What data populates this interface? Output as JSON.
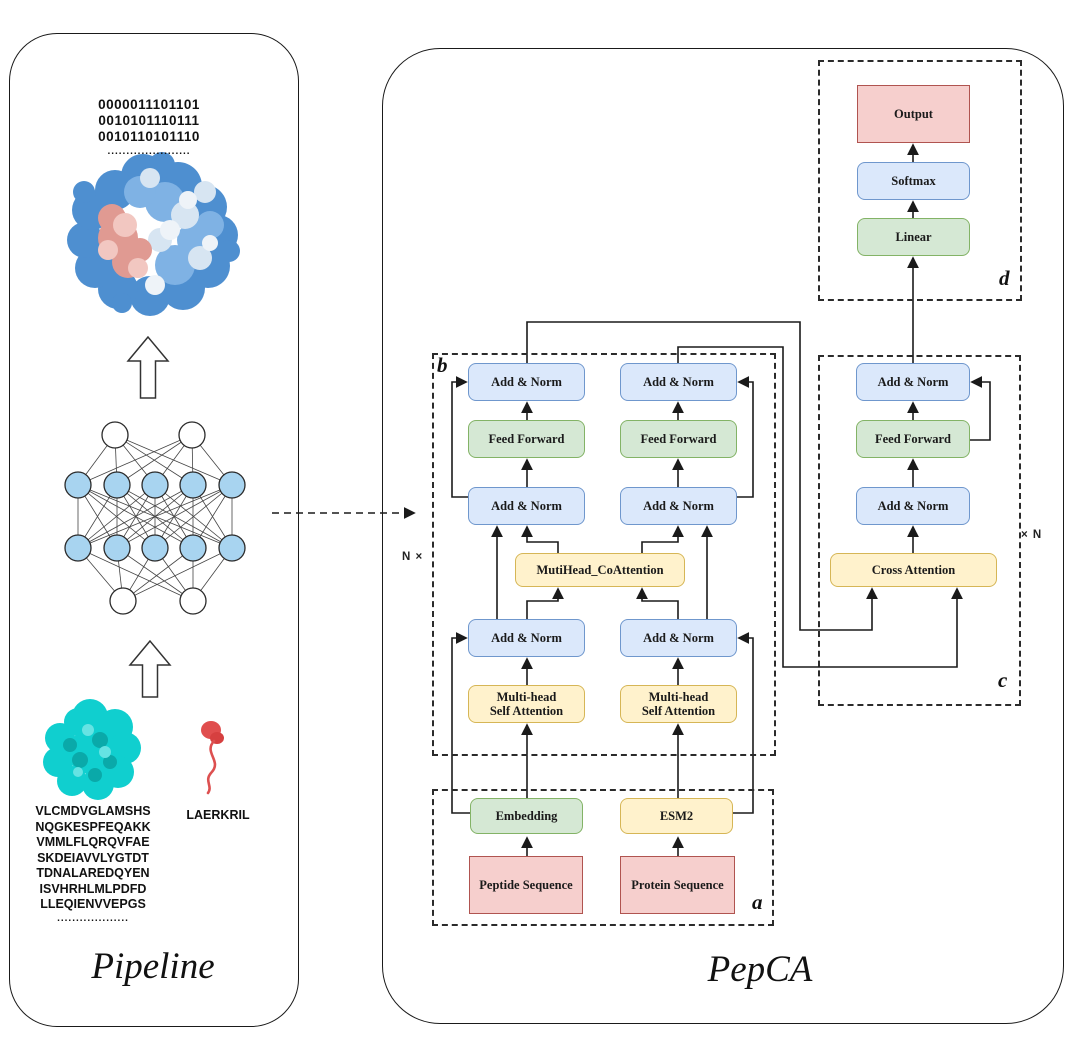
{
  "figure": {
    "left_panel": {
      "title": "Pipeline",
      "binary_strings": [
        "0000011101101",
        "0010101110111",
        "0010110101110"
      ],
      "binary_ellipsis": "......................",
      "protein_sequences": [
        "VLCMDVGLAMSHS",
        "NQGKESPFEQAKK",
        "VMMLFLQRQVFAE",
        "SKDEIAVVLYGTDT",
        "TDNALAREDQYEN",
        "ISVHRHLMLPDFD",
        "LLEQIENVVEPGS"
      ],
      "sequence_ellipsis": "...................",
      "peptide_sequence": "LAERKRIL"
    },
    "right_panel": {
      "title": "PepCA",
      "repeat_label_left": "N ×",
      "repeat_label_right": "× N",
      "sections": {
        "a": "a",
        "b": "b",
        "c": "c",
        "d": "d"
      },
      "blocks": {
        "peptide_sequence": "Peptide Sequence",
        "protein_sequence": "Protein Sequence",
        "embedding": "Embedding",
        "esm2": "ESM2",
        "msa_line1": "Multi-head",
        "msa_line2": "Self Attention",
        "add_norm": "Add & Norm",
        "coattention": "MutiHead_CoAttention",
        "feed_forward": "Feed Forward",
        "cross_attention": "Cross Attention",
        "linear": "Linear",
        "softmax": "Softmax",
        "output": "Output"
      }
    },
    "colors": {
      "blue_fill": "#dbe8fb",
      "blue_border": "#6f97cd",
      "green_fill": "#d5e8d4",
      "green_border": "#83b366",
      "yellow_fill": "#fff2cc",
      "yellow_border": "#d6b656",
      "red_fill": "#f6cfcd",
      "red_border": "#b05450",
      "line": "#1a1a1a"
    }
  }
}
